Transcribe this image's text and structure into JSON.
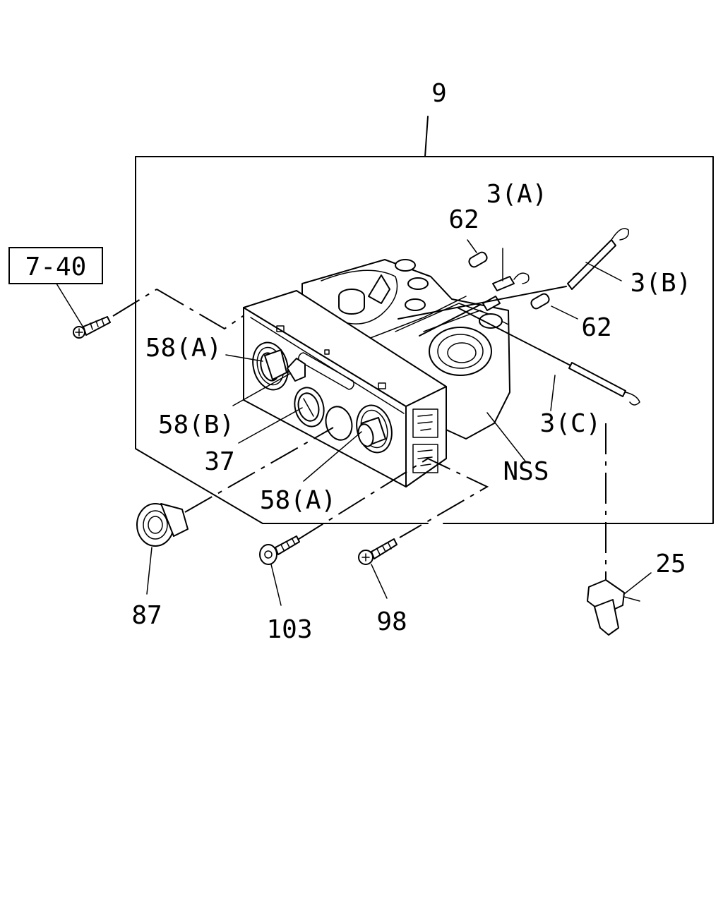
{
  "diagram": {
    "labels": {
      "assembly": "9",
      "ref_box": "7-40",
      "cable_a": "3(A)",
      "cable_b": "3(B)",
      "cable_c": "3(C)",
      "pin_top": "62",
      "pin_right": "62",
      "knob_a_top": "58(A)",
      "knob_b": "58(B)",
      "knob_37": "37",
      "knob_a_bottom": "58(A)",
      "nss": "NSS",
      "clip_25": "25",
      "bulb_87": "87",
      "screw_103": "103",
      "screw_98": "98"
    }
  }
}
